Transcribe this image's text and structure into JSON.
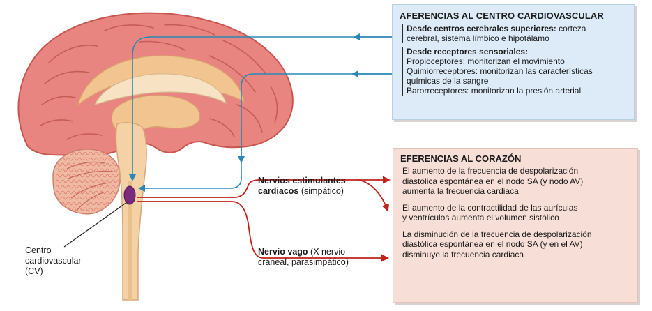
{
  "afferent": {
    "title": "AFERENCIAS AL CENTRO CARDIOVASCULAR",
    "higher_centers": {
      "heading": "Desde centros cerebrales superiores:",
      "line1_rest": " corteza",
      "line2": "cerebral, sistema límbico e hipotálamo"
    },
    "receptors": {
      "heading": "Desde receptores sensoriales:",
      "line1": "Propioceptores: monitorizan el movimiento",
      "line2": "Quimiorreceptores: monitorizan las características",
      "line3": "químicas de la sangre",
      "line4": "Barorreceptores: monitorizan la presión arterial"
    }
  },
  "efferent": {
    "title": "EFERENCIAS AL CORAZÓN",
    "items": [
      {
        "line1": "El aumento de la frecuencia de despolarización",
        "line2": "diastólica espontánea en el nodo SA (y nodo AV)",
        "line3": "aumenta la frecuencia cardiaca"
      },
      {
        "line1": "El aumento de la contractilidad de las aurículas",
        "line2": "y ventrículos aumenta el volumen sistólico"
      },
      {
        "line1": "La disminución de la frecuencia de despolarización",
        "line2": "diastólica espontánea en el nodo SA (y en el AV)",
        "line3": "disminuye la frecuencia cardiaca"
      }
    ]
  },
  "nerves": {
    "sympathetic": {
      "line1": "Nervios estimulantes",
      "line2_bold": "cardiacos",
      "line2_rest": " (simpático)"
    },
    "vagus": {
      "line1_bold": "Nervio vago",
      "line1_rest": " (X nervio",
      "line2": "craneal, parasimpático)"
    }
  },
  "cv_center": {
    "line1": "Centro",
    "line2": "cardiovascular",
    "line3": "(CV)"
  },
  "colors": {
    "afferent_arrow": "#2b88b5",
    "efferent_arrow": "#c0231b",
    "cv_center": "#7a2a7c",
    "afferent_panel": "#dcebf7",
    "efferent_panel": "#f7dfd7",
    "brain_cortex": "#e87f7c",
    "brain_inner": "#f2c48f"
  }
}
